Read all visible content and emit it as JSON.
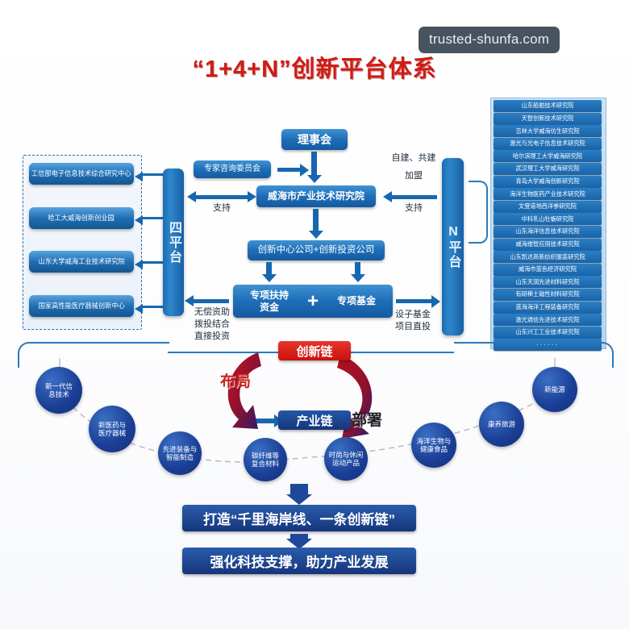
{
  "watermark": "trusted-shunfa.com",
  "title": "“1+4+N”创新平台体系",
  "four_platform": {
    "bar_label": "四平台",
    "items": [
      "工信部电子信息技术综合研究中心",
      "哈工大威海创新创业园",
      "山东大学威海工业技术研究院",
      "国家高性能医疗器械创新中心"
    ]
  },
  "center": {
    "council": "理事会",
    "expert_committee": "专家咨询委员会",
    "institute": "威海市产业技术研究院",
    "company": "创新中心公司+创新投资公司",
    "fund_left": "专项扶持\n资金",
    "fund_left_l1": "专项扶持",
    "fund_left_l2": "资金",
    "plus": "+",
    "fund_right": "专项基金",
    "support_left": "支持",
    "support_right": "支持",
    "note_left": "无偿资助\n拨投结合\n直接投资",
    "note_left_l1": "无偿资助",
    "note_left_l2": "拨投结合",
    "note_left_l3": "直接投资",
    "note_right_l1": "设子基金",
    "note_right_l2": "项目直投",
    "build_l1": "自建、共建",
    "build_l2": "加盟"
  },
  "n_platform": {
    "bar_label": "N平台",
    "items": [
      "山东船舶技术研究院",
      "天智创新技术研究院",
      "吉林大学威海仿生研究院",
      "激光与光电子信息技术研究院",
      "哈尔滨理工大学威海研究院",
      "武汉理工大学威海研究院",
      "青岛大学威海创新研究院",
      "海洋生物医药产业技术研究院",
      "文登道地西洋参研究院",
      "中科乳山牡蛎研究院",
      "山东海洋信息技术研究院",
      "威海维智应用技术研究院",
      "山东凯达高新纺织服装研究院",
      "威海市蓝色经济研究院",
      "山东天润先进材料研究院",
      "有研稀土磁性材料研究院",
      "蓝海海洋工程装备研究院",
      "激光通信先进技术研究院",
      "山东兴工工业技术研究院",
      "······"
    ]
  },
  "chain": {
    "innovation_chain": "创新链",
    "industry_chain": "产业链",
    "layout_label": "布局",
    "deploy_label": "部署",
    "industries": [
      {
        "l1": "新一代信",
        "l2": "息技术"
      },
      {
        "l1": "新医药与",
        "l2": "医疗器械"
      },
      {
        "l1": "先进装备与",
        "l2": "智能制造"
      },
      {
        "l1": "碳纤维等",
        "l2": "复合材料"
      },
      {
        "l1": "时尚与休闲",
        "l2": "运动产品"
      },
      {
        "l1": "海洋生物与",
        "l2": "健康食品"
      },
      {
        "l1": "康养旅游",
        "l2": ""
      },
      {
        "l1": "新能源",
        "l2": ""
      }
    ]
  },
  "bottom": {
    "banner1": "打造“千里海岸线、一条创新链”",
    "banner2": "强化科技支撑，助力产业发展"
  },
  "colors": {
    "title_red": "#d21b15",
    "blue": "#1767b0",
    "deep_blue": "#16357c",
    "ribbon_red": "#c9120c"
  }
}
